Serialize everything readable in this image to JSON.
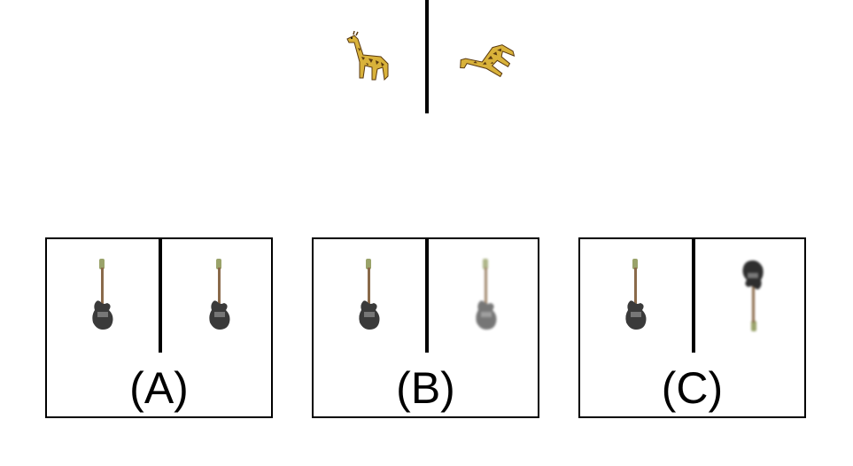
{
  "example": {
    "left_image": "giraffe-icon",
    "right_image": "giraffe-icon"
  },
  "options": [
    {
      "label": "(A)",
      "left_image": "bass-guitar-icon",
      "right_image": "bass-guitar-icon"
    },
    {
      "label": "(B)",
      "left_image": "bass-guitar-icon",
      "right_image": "bass-guitar-icon"
    },
    {
      "label": "(C)",
      "left_image": "bass-guitar-icon",
      "right_image": "bass-guitar-icon"
    }
  ],
  "colors": {
    "giraffe_body": "#d9b23a",
    "giraffe_spots": "#5a3a10",
    "guitar_body": "#3a3a3a",
    "guitar_neck": "#8a6a4a",
    "guitar_headstock": "#9aa36a"
  }
}
